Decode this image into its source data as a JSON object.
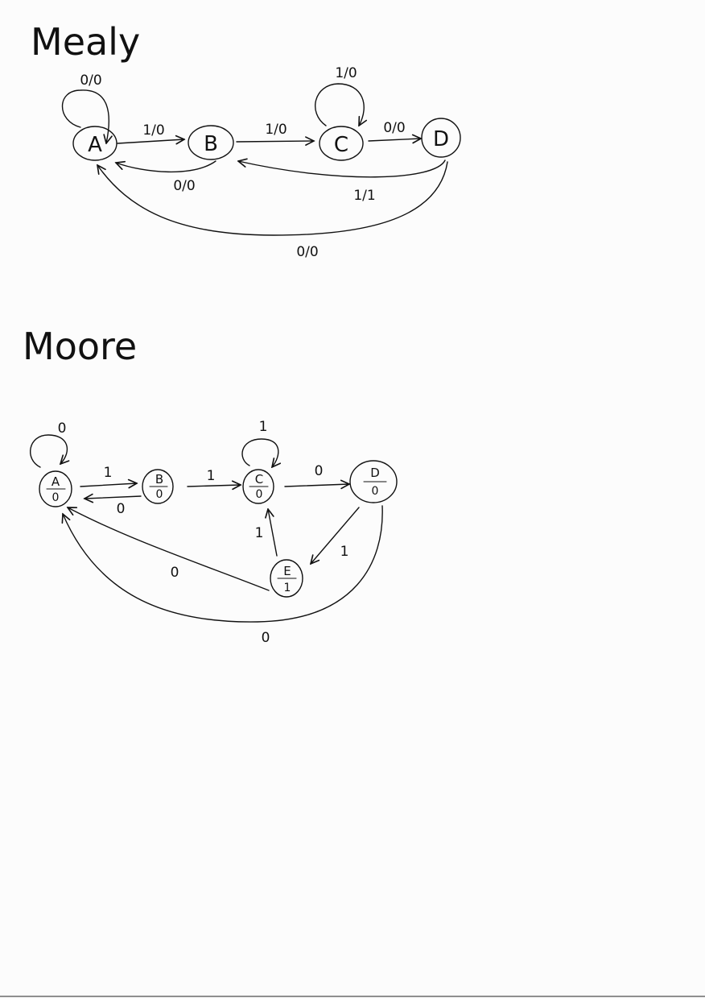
{
  "mealy": {
    "title": "Mealy",
    "states": [
      "A",
      "B",
      "C",
      "D"
    ],
    "transitions": {
      "a_self": "0/0",
      "a_to_b": "1/0",
      "b_to_a": "0/0",
      "b_to_c": "1/0",
      "c_self": "1/0",
      "c_to_d": "0/0",
      "d_to_b": "1/1",
      "d_to_a": "0/0"
    }
  },
  "moore": {
    "title": "Moore",
    "states": [
      {
        "name": "A",
        "output": "0"
      },
      {
        "name": "B",
        "output": "0"
      },
      {
        "name": "C",
        "output": "0"
      },
      {
        "name": "D",
        "output": "0"
      },
      {
        "name": "E",
        "output": "1"
      }
    ],
    "transitions": {
      "a_self": "0",
      "a_to_b": "1",
      "b_to_a": "0",
      "b_to_c": "1",
      "c_self": "1",
      "c_to_d": "0",
      "d_to_e": "1",
      "e_to_c": "1",
      "e_to_a": "0",
      "d_to_a": "0"
    }
  }
}
